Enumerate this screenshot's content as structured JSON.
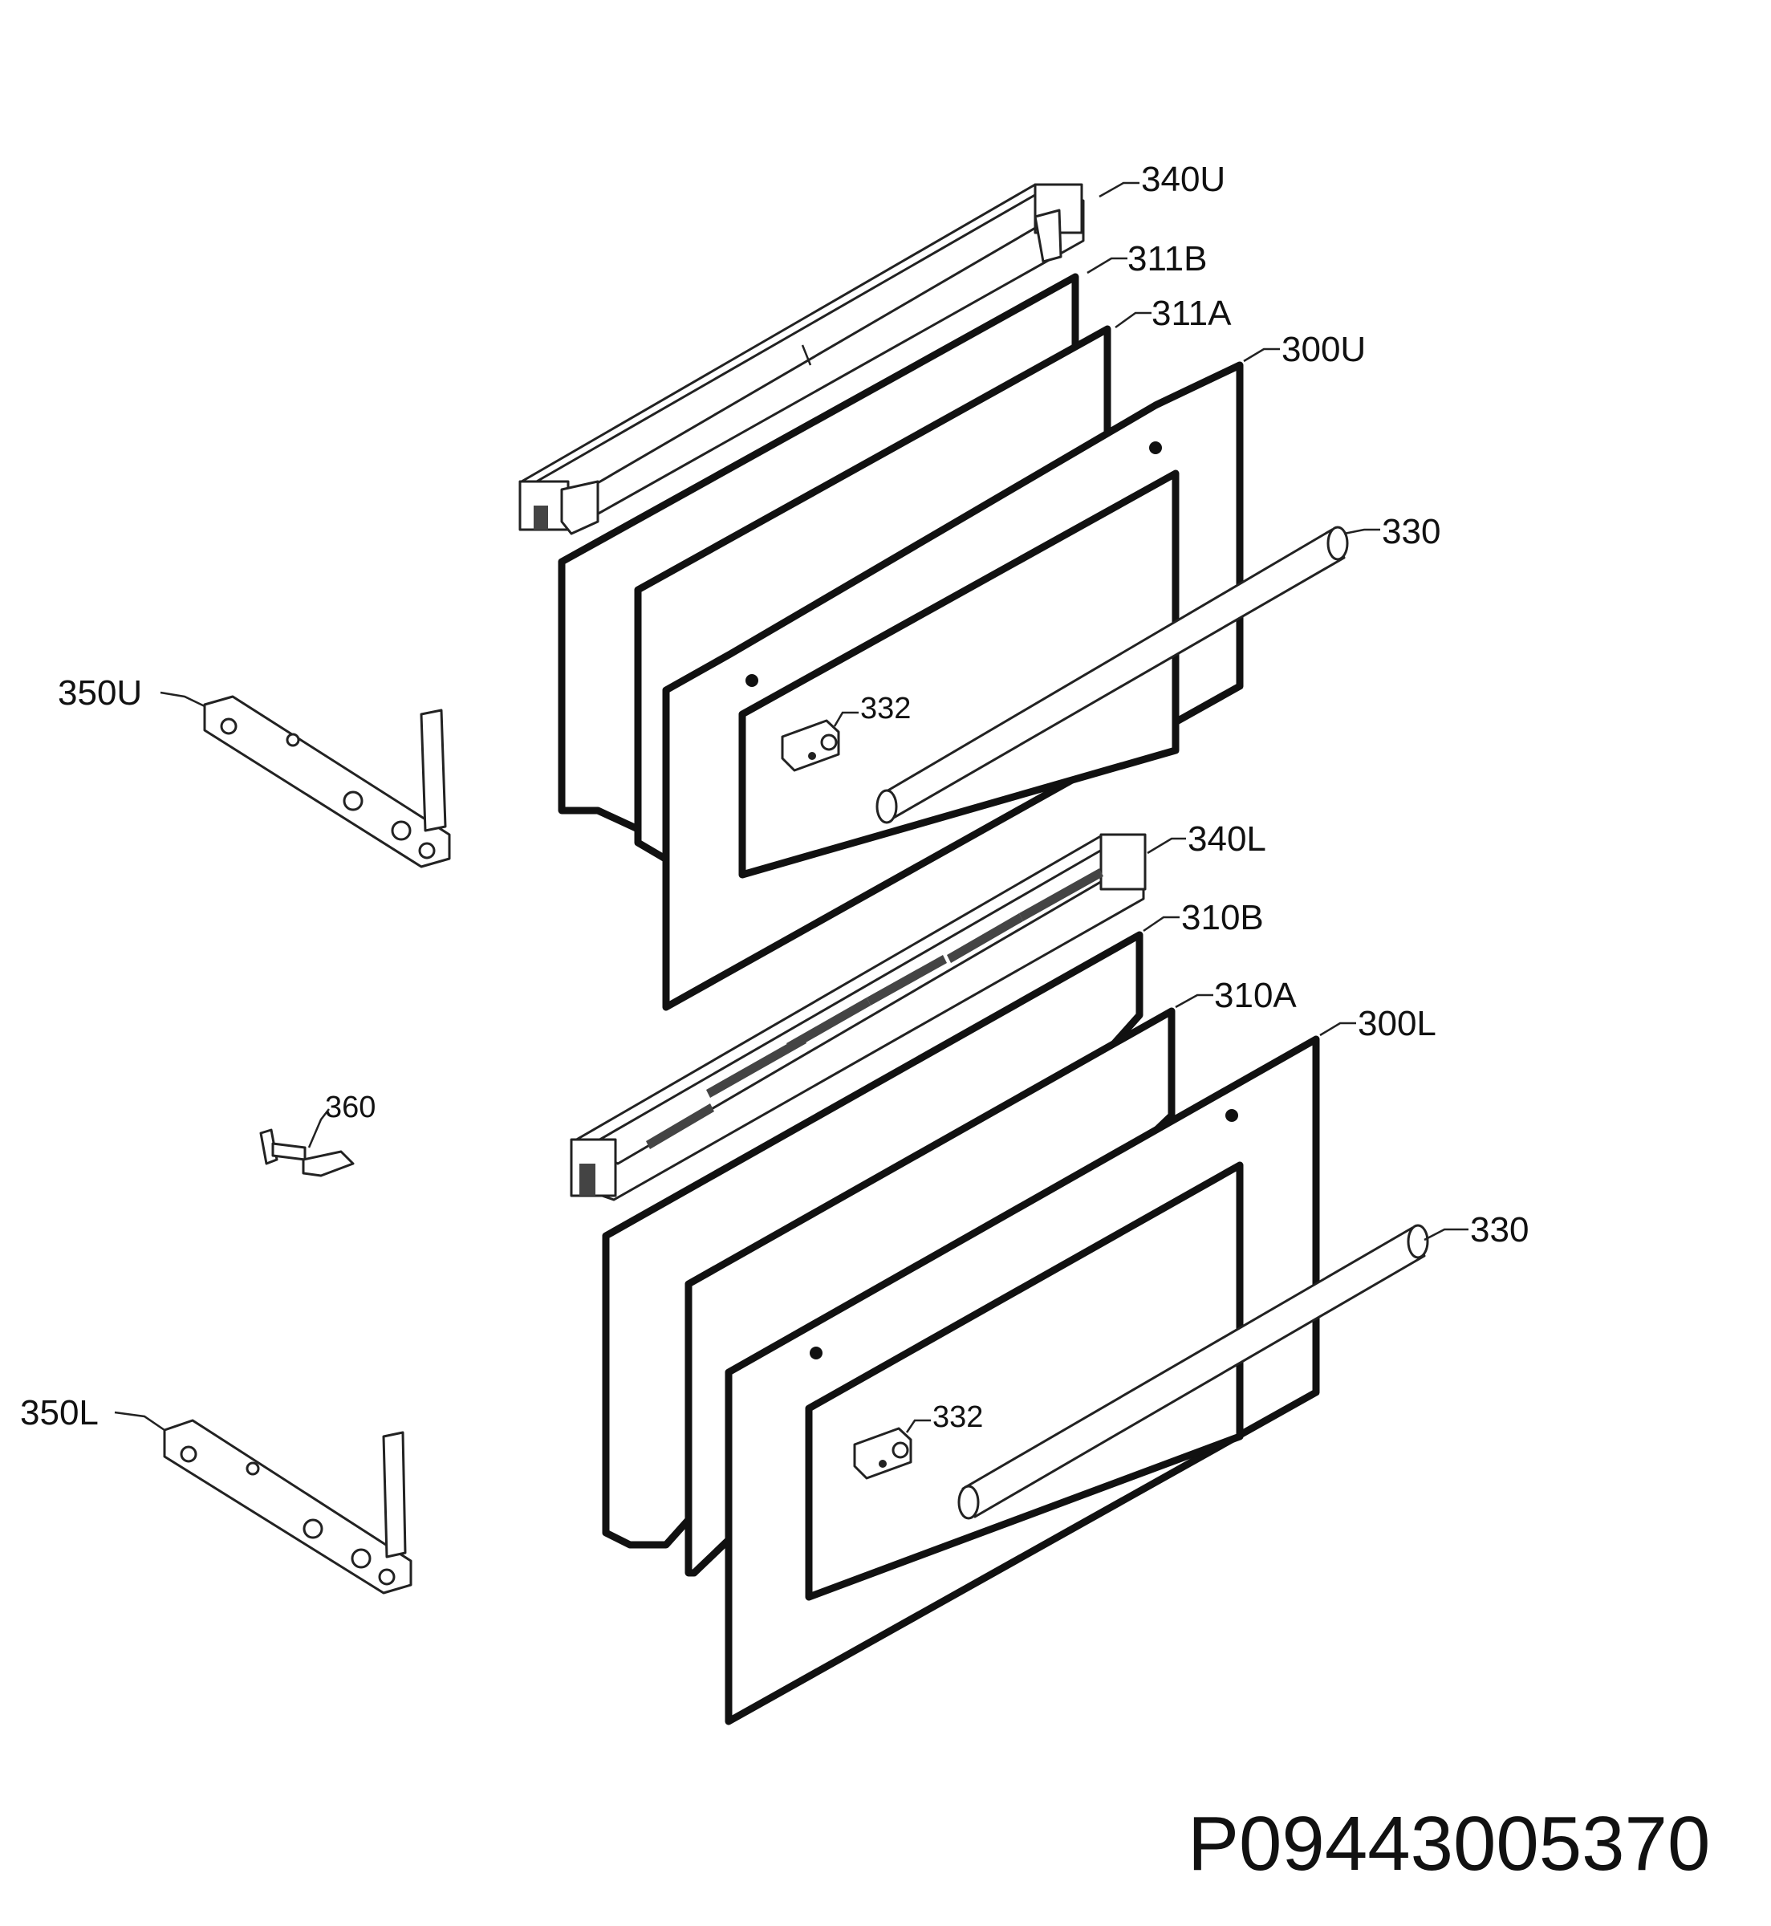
{
  "diagram": {
    "document_number": "P09443005370",
    "callouts": [
      {
        "id": "340U",
        "label": "340U"
      },
      {
        "id": "311B",
        "label": "311B"
      },
      {
        "id": "311A",
        "label": "311A"
      },
      {
        "id": "300U",
        "label": "300U"
      },
      {
        "id": "330-upper",
        "label": "330"
      },
      {
        "id": "332-upper",
        "label": "332"
      },
      {
        "id": "350U",
        "label": "350U"
      },
      {
        "id": "340L",
        "label": "340L"
      },
      {
        "id": "310B",
        "label": "310B"
      },
      {
        "id": "310A",
        "label": "310A"
      },
      {
        "id": "300L",
        "label": "300L"
      },
      {
        "id": "360",
        "label": "360"
      },
      {
        "id": "330-lower",
        "label": "330"
      },
      {
        "id": "332-lower",
        "label": "332"
      },
      {
        "id": "350L",
        "label": "350L"
      }
    ]
  }
}
